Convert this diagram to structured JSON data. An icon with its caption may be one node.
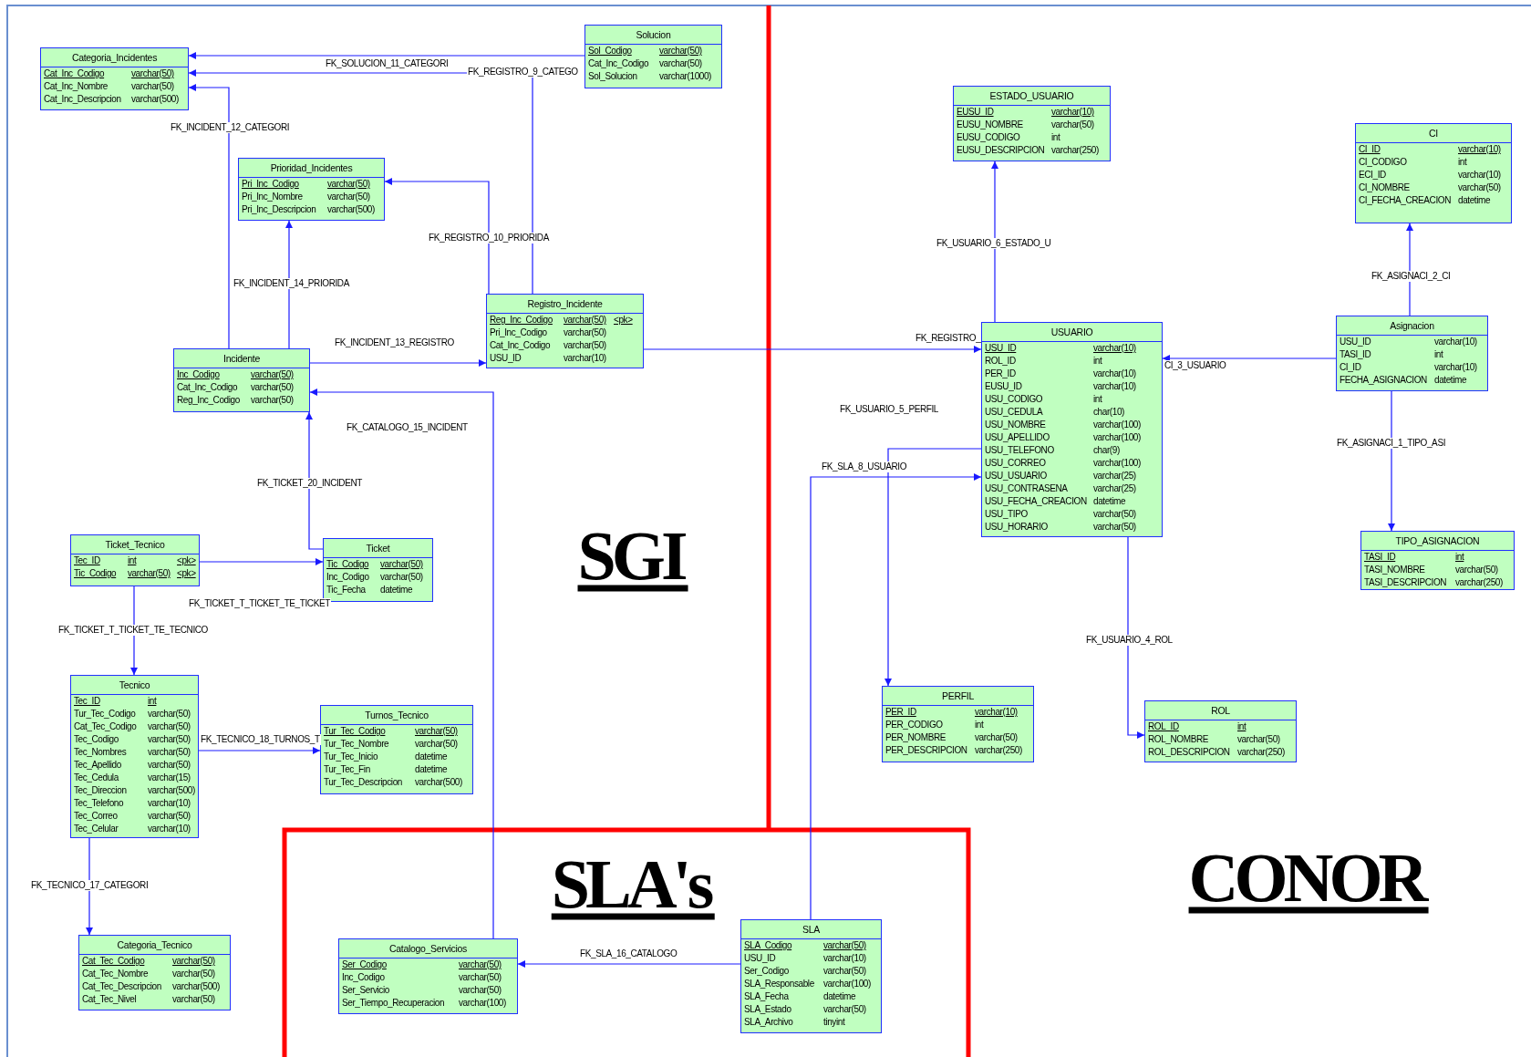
{
  "diagram": {
    "nodes": [
      {
        "text": [
          "Categoria_Incidentes",
          "Cat_Inc_Codigo varchar(50)",
          "Cat_Inc_Nombre varchar(50)",
          "Cat_Inc_Descripcion varchar(500)"
        ]
      },
      {
        "text": [
          "Solucion",
          "Sol_Codigo varchar(50)",
          "Cat_Inc_Codigo varchar(50)",
          "Sol_Solucion varchar(1000)"
        ]
      },
      {
        "text": [
          "Prioridad_Incidentes",
          "Pri_Inc_Codigo varchar(50)",
          "Pri_Inc_Nombre varchar(50)",
          "Pri_Inc_Descripcion varchar(500)"
        ]
      },
      {
        "text": [
          "ESTADO_USUARIO",
          "EUSU_ID varchar(10)",
          "EUSU_NOMBRE varchar(50)",
          "EUSU_CODIGO int",
          "EUSU_DESCRIPCION varchar(250)"
        ]
      },
      {
        "text": [
          "CI",
          "CI_ID varchar(10)",
          "CI_CODIGO int",
          "ECI_ID varchar(10)",
          "CI_NOMBRE varchar(50)",
          "CI_FECHA_CREACION datetime"
        ]
      },
      {
        "text": [
          "Registro_Incidente",
          "Reg_Inc_Codigo varchar(50) <pk>",
          "Pri_Inc_Codigo varchar(50)",
          "Cat_Inc_Codigo varchar(50)",
          "USU_ID varchar(10)"
        ]
      },
      {
        "text": [
          "USUARIO",
          "USU_ID varchar(10)",
          "ROL_ID int",
          "PER_ID varchar(10)",
          "EUSU_ID varchar(10)",
          "USU_CODIGO int",
          "USU_CEDULA char(10)",
          "USU_NOMBRE varchar(100)",
          "USU_APELLIDO varchar(100)",
          "USU_TELEFONO char(9)",
          "USU_CORREO varchar(100)",
          "USU_USUARIO varchar(25)",
          "USU_CONTRASENA varchar(25)",
          "USU_FECHA_CREACION datetime",
          "USU_TIPO varchar(50)",
          "USU_HORARIO varchar(50)"
        ]
      },
      {
        "text": [
          "Asignacion",
          "USU_ID varchar(10)",
          "TASI_ID int",
          "CI_ID varchar(10)",
          "FECHA_ASIGNACION datetime"
        ]
      },
      {
        "text": [
          "Incidente",
          "Inc_Codigo varchar(50)",
          "Cat_Inc_Codigo varchar(50)",
          "Reg_Inc_Codigo varchar(50)"
        ]
      },
      {
        "text": [
          "TIPO_ASIGNACION",
          "TASI_ID int",
          "TASI_NOMBRE varchar(50)",
          "TASI_DESCRIPCION varchar(250)"
        ]
      },
      {
        "text": [
          "Ticket_Tecnico",
          "Tec_ID int <pk>",
          "Tic_Codigo varchar(50) <pk>"
        ]
      },
      {
        "text": [
          "Ticket",
          "Tic_Codigo varchar(50)",
          "Inc_Codigo varchar(50)",
          "Tic_Fecha datetime"
        ]
      },
      {
        "text": [
          "Tecnico",
          "Tec_ID int",
          "Tur_Tec_Codigo varchar(50)",
          "Cat_Tec_Codigo varchar(50)",
          "Tec_Codigo varchar(50)",
          "Tec_Nombres varchar(50)",
          "Tec_Apellido varchar(50)",
          "Tec_Cedula varchar(15)",
          "Tec_Direccion varchar(500)",
          "Tec_Telefono varchar(10)",
          "Tec_Correo varchar(50)",
          "Tec_Celular varchar(10)"
        ]
      },
      {
        "text": [
          "PERFIL",
          "PER_ID varchar(10)",
          "PER_CODIGO int",
          "PER_NOMBRE varchar(50)",
          "PER_DESCRIPCION varchar(250)"
        ]
      },
      {
        "text": [
          "ROL",
          "ROL_ID int",
          "ROL_NOMBRE varchar(50)",
          "ROL_DESCRIPCION varchar(250)"
        ]
      },
      {
        "text": [
          "Turnos_Tecnico",
          "Tur_Tec_Codigo varchar(50)",
          "Tur_Tec_Nombre varchar(50)",
          "Tur_Tec_Inicio datetime",
          "Tur_Tec_Fin datetime",
          "Tur_Tec_Descripcion varchar(500)"
        ]
      },
      {
        "text": [
          "Categoria_Tecnico",
          "Cat_Tec_Codigo varchar(50)",
          "Cat_Tec_Nombre varchar(50)",
          "Cat_Tec_Descripcion varchar(500)",
          "Cat_Tec_Nivel varchar(50)"
        ]
      },
      {
        "text": [
          "Catalogo_Servicios",
          "Ser_Codigo varchar(50)",
          "Inc_Codigo varchar(50)",
          "Ser_Servicio varchar(50)",
          "Ser_Tiempo_Recuperacion varchar(100)"
        ]
      },
      {
        "text": [
          "SLA",
          "SLA_Codigo varchar(50)",
          "USU_ID varchar(10)",
          "Ser_Codigo varchar(50)",
          "SLA_Responsable varchar(100)",
          "SLA_Fecha datetime",
          "SLA_Estado varchar(50)",
          "SLA_Archivo tinyint"
        ]
      }
    ],
    "edges": [
      {
        "from": 1,
        "to": 0,
        "arrow": "to",
        "label": "FK_SOLUCION_11_CATEGORI"
      },
      {
        "from": 5,
        "to": 0,
        "arrow": "to",
        "label": "FK_REGISTRO_9_CATEGO"
      },
      {
        "from": 8,
        "to": 0,
        "arrow": "to",
        "label": "FK_INCIDENT_12_CATEGORI"
      },
      {
        "from": 5,
        "to": 2,
        "arrow": "to",
        "label": "FK_REGISTRO_10_PRIORIDA"
      },
      {
        "from": 8,
        "to": 2,
        "arrow": "to",
        "label": "FK_INCIDENT_14_PRIORIDA"
      },
      {
        "from": 8,
        "to": 5,
        "arrow": "to",
        "label": "FK_INCIDENT_13_REGISTRO"
      },
      {
        "from": 5,
        "to": 6,
        "arrow": "to",
        "label": "FK_REGISTRO_"
      },
      {
        "from": 17,
        "to": 8,
        "arrow": "to",
        "label": "FK_CATALOGO_15_INCIDENT"
      },
      {
        "from": 11,
        "to": 8,
        "arrow": "to",
        "label": "FK_TICKET_20_INCIDENT"
      },
      {
        "from": 10,
        "to": 11,
        "arrow": "to",
        "label": "FK_TICKET_T_TICKET_TE_TICKET"
      },
      {
        "from": 10,
        "to": 12,
        "arrow": "to",
        "label": "FK_TICKET_T_TICKET_TE_TECNICO"
      },
      {
        "from": 12,
        "to": 15,
        "arrow": "to",
        "label": "FK_TECNICO_18_TURNOS_T"
      },
      {
        "from": 12,
        "to": 16,
        "arrow": "to",
        "label": "FK_TECNICO_17_CATEGORI"
      },
      {
        "from": 18,
        "to": 17,
        "arrow": "to",
        "label": "FK_SLA_16_CATALOGO"
      },
      {
        "from": 18,
        "to": 6,
        "arrow": "to",
        "label": "FK_SLA_8_USUARIO"
      },
      {
        "from": 6,
        "to": 13,
        "arrow": "to",
        "label": "FK_USUARIO_5_PERFIL"
      },
      {
        "from": 6,
        "to": 14,
        "arrow": "to",
        "label": "FK_USUARIO_4_ROL"
      },
      {
        "from": 6,
        "to": 3,
        "arrow": "to",
        "label": "FK_USUARIO_6_ESTADO_U"
      },
      {
        "from": 7,
        "to": 6,
        "arrow": "to",
        "label": "CI_3_USUARIO"
      },
      {
        "from": 7,
        "to": 4,
        "arrow": "to",
        "label": "FK_ASIGNACI_2_CI"
      },
      {
        "from": 7,
        "to": 9,
        "arrow": "to",
        "label": "FK_ASIGNACI_1_TIPO_ASI"
      }
    ],
    "labels": [
      "SGI",
      "SLA's",
      "CONOR"
    ]
  }
}
